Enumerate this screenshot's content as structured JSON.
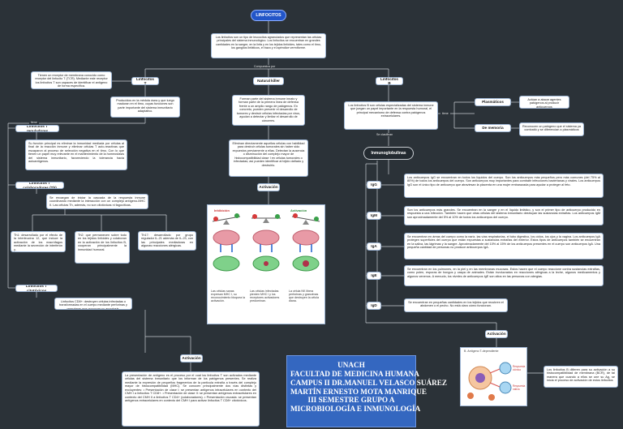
{
  "title": "LINFOCITOS",
  "intro": "Los linfocitos son un tipo de leucocitos agranulados que representan las células principales del sistema inmunológico. Los linfocitos se encuentran en grandes cantidades en la sangre, en la linfa y en los tejidos linfoides, tales como el timo, los ganglios linfáticos, el bazo y el apéndice vermiforme.",
  "connectors": {
    "compuestos": "Compuestos por",
    "tiene": "tiene",
    "se_clasifican": "Se clasifican",
    "tiene_b": "tiene",
    "activacion_t": "Activación",
    "activacion_nk": "Activación",
    "activacion_b": "Activación"
  },
  "t": {
    "label": "Linfocitos T",
    "receptor": "Tienen un receptor de membrana conocido como receptor del linfocito T (TCR). Mediante este receptor los linfocitos T son capaces de identificar el antígeno de forma específica.",
    "origin": "Producidos en la médula ósea y que luego maduran en el timo, cuyas funciones son parte importante del sistema inmunitario adaptativo.",
    "reg_label": "Linfocitos T reguladores",
    "reg_desc": "Su función principal es eliminar la inmunidad mediada por células al final de la reacción inmune y eliminar células T auto-reactivas que escaparon al proceso de selección negativa en el timo. Con lo que tienen un papel muy relevante en el mantenimiento de la homeostasis del sistema inmunitario, favoreciendo la tolerancia hacia autoantígenos.",
    "cd4_label": "Linfocitos T colaboradores (Th)",
    "cd4_desc": "Se encargan de iniciar la cascada de la respuesta inmune coordinando mediante la interacción con un complejo antígeno-MHC II. Las células Th, además, no son citotóxicas ni fagocíticas.",
    "th1": "Th1: desarrollado por el efecto de la interleucina 12, que induce la activación de los macrófagos mediante la secreción de interferón γ.",
    "th2": "Th2: que permanecen sobre todo en los tejidos linfoides y colaboran en la activación de los linfocitos B, cooperan principalmente la inmunidad humoral.",
    "th17": "Th17: desarrollado por grupo regulador IL-21 además de IL-23, con las principales mediadoras en algunas reacciones alérgicas.",
    "cyto_label": "Linfocitos T citotóxicos",
    "cyto_desc": "Linfocitos CD8+: destruyen células infectadas o transformadas en el cuerpo mediante perforinas y granzimas que provocan su apoptosis.",
    "activation": "La presentación de antígeno es el proceso por el cual los linfocitos T son activados mediante células del sistema inmunitario que los informan de los patógenos presentes. Se realiza mediante la expresión de pequeños fragmentos de la partícula extraña a través del complejo mayor de histocompatibilidad (MHC). Se conocen principalmente dos vías distintas y excluyentes: • Presentación de clase I: se presentan antígenos intracelulares en contexto del CMH I a linfocitos T CD8+. • Presentación de clase II: se presentan antígenos extracelulares en contexto del CMH II a linfocitos T CD4+ (colaboradores). • Presentación cruzada: se presentan antígenos extracelulares en contexto del CMH I para activar linfocitos T CD8+ citotóxicos."
  },
  "nk": {
    "label": "Natural killer",
    "desc": "Forman parte del sistema inmune innato y forman parte de la primera línea de defensa frente a un amplio rango de patógenos. En concreto, pueden prevenir el desarrollo de tumores y destruir células infectadas por virus, ayudan a detectar y limitar el desarrollo de cánceres.",
    "activation_desc": "Eliminan directamente aquellas células con habilidad para destruir células tumorales sin haber sido expuestos previamente a ellas. Detectan la ausencia o disminución del complejo mayor de histocompatibilidad clase I en células tumorales o infectadas; así pueden identificar al tejido dañado y destruirlo.",
    "panel": {
      "inhibition": "Inhibición",
      "activation": "Activación",
      "captions": [
        "Las células sanas expresan MHC I, su reconocimiento bloquea la activación.",
        "Las células infectadas pierden MHC I y los receptores activadores predominan.",
        "La célula NK libera perforinas y granzimas que destruyen la célula diana."
      ]
    }
  },
  "b": {
    "label": "Linfocitos B",
    "desc": "Los linfocitos B son células especializadas del sistema inmune que juegan un papel importante en la respuesta humoral, el principal mecanismo de defensa contra patógenos extracelulares.",
    "plasmaticos": "Plasmáticos",
    "plasmaticos_desc": "Actúan a atacar agentes patógenos al producir anticuerpos",
    "memoria": "De memoria",
    "memoria_desc": "Reconocen un patógeno que el sistema ya combatió y se diferencian a plasmáticos",
    "immuno": "Inmunoglobulinas",
    "igs": [
      {
        "name": "IgG",
        "desc": "Los anticuerpos IgG se encuentran en todos los líquidos del cuerpo. Son los anticuerpos más pequeños pero más comunes (del 75% al 80%) de todos los anticuerpos del cuerpo. Son anticuerpos muy importantes para combatir infecciones bacterianas y virales. Los anticuerpos IgG son el único tipo de anticuerpo que atraviesan la placenta en una mujer embarazada para ayudar a proteger al feto."
      },
      {
        "name": "IgM",
        "desc": "Son los anticuerpos más grandes. Se encuentran en la sangre y en el líquido linfático, y son el primer tipo de anticuerpo producido en respuesta a una infección. También hacen que otras células del sistema inmunitario destruyan las sustancias extrañas. Los anticuerpos IgM son aproximadamente del 5% al 10% de todos los anticuerpos del cuerpo."
      },
      {
        "name": "IgA",
        "desc": "Se encuentran en áreas del cuerpo como la nariz, las vías respiratorias, el tubo digestivo, los oídos, los ojos y la vagina. Los anticuerpos IgA protegen superficies del cuerpo que están expuestas a sustancias extrañas del exterior. Estos tipos de anticuerpos también se encuentran en la saliva, las lágrimas y la sangre. Aproximadamente del 10% al 15% de los anticuerpos presentes en el cuerpo son anticuerpos IgA. Una pequeña cantidad de personas no produce anticuerpos IgA."
      },
      {
        "name": "IgE",
        "desc": "Se encuentran en los pulmones, en la piel y en las membranas mucosas. Estos hacen que el cuerpo reaccione contra sustancias extrañas, como polen, esporas de hongos y caspa de animales. Están involucrados en reacciones alérgicas a la leche, algunos medicamentos y algunos venenos. A menudo, los niveles de anticuerpos IgE son altos en las personas con alergias."
      },
      {
        "name": "IgD",
        "desc": "Se encuentran en pequeñas cantidades en los tejidos que recubren el abdomen o el pecho. No está claro cómo funcionan."
      }
    ],
    "activation_desc": "Los linfocitos B difieren para su activación a su histocompatibilidad de membrana (BCR), de tal manera que cuando a ellos se une su Ag, se inicia el proceso de activación de estos linfocitos",
    "panel": {
      "title": "B. Antígeno T-dependiente",
      "labels": [
        "Respuesta clónica",
        "Respuesta nativa"
      ]
    }
  },
  "footer": {
    "lines": [
      "UNACH",
      "FACULTAD DE MEDICINA HUMANA",
      "CAMPUS II DR.MANUEL VELASCO SUÁREZ",
      "MARTÍN ERNESTO MOTA MANRIQUE",
      "III SEMESTRE GRUPO A",
      "MICROBIOLOGÍA E INMUNOLOGÍA"
    ]
  },
  "colors": {
    "background": "#2b3238",
    "title_pill": "#2255c8",
    "box_border": "#9fb7d6",
    "footer": "#3467c0",
    "lines": "#c8cdd2"
  }
}
